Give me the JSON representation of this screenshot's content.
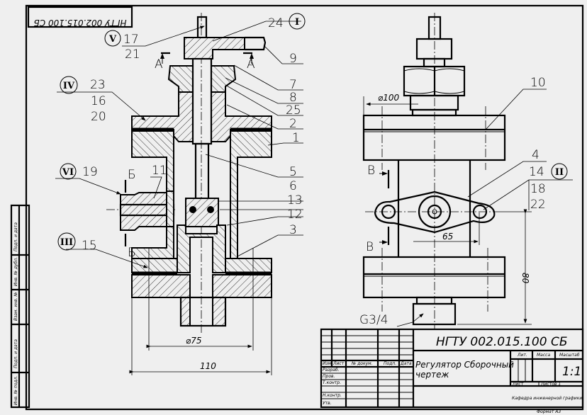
{
  "stamp": "НГТУ 002.015.100 СБ",
  "left_strip": [
    "Подп. и дата",
    "Инв. № дубл.",
    "Взам. инв. №",
    "Подп. и дата",
    "Инв. № подл."
  ],
  "section_view": {
    "positions": {
      "p24": "24",
      "p17": "17",
      "p21": "21",
      "p9": "9",
      "p7": "7",
      "p8": "8",
      "p25": "25",
      "p2": "2",
      "p1": "1",
      "p23": "23",
      "p16": "16",
      "p20": "20",
      "p5": "5",
      "p6": "6",
      "p13": "13",
      "p12": "12",
      "p3": "3",
      "p19": "19",
      "p11": "11",
      "p15": "15"
    },
    "roman": {
      "I": "I",
      "V": "V",
      "IV": "IV",
      "VI": "VI",
      "III": "III"
    },
    "section_marks": {
      "a": "А",
      "b": "Б"
    },
    "dim_d75": "⌀75",
    "dim_110": "110"
  },
  "side_view": {
    "positions": {
      "p10": "10",
      "p4": "4",
      "p14": "14",
      "p18": "18",
      "p22": "22"
    },
    "roman_II": "II",
    "section_mark_v": "В",
    "dim_d100": "⌀100",
    "dim_65": "65",
    "dim_80": "80",
    "thread": "G3/4"
  },
  "title_block": {
    "designation": "НГТУ 002.015.100 СБ",
    "name_line1": "Регулятор Сборочный",
    "name_line2": "чертеж",
    "col_headers": [
      "Изм",
      "Лист",
      "№ докум.",
      "Подп.",
      "Дата"
    ],
    "roles": [
      "Разраб.",
      "Пров.",
      "Т.контр.",
      "",
      "Н.контр.",
      "Утв."
    ],
    "lit_label": "Лит.",
    "mass_label": "Масса",
    "scale_label": "Масштаб",
    "scale_value": "1:1",
    "sheet_label": "Лист",
    "sheets_label": "Листов 1",
    "organization": "Кафедра инженерной графики",
    "format": "Формат А3"
  }
}
